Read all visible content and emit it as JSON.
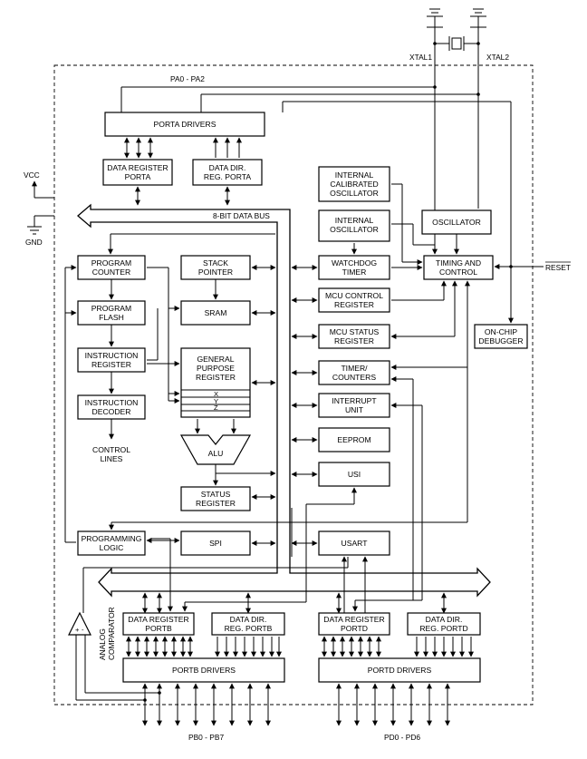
{
  "labels": {
    "xtal1": "XTAL1",
    "xtal2": "XTAL2",
    "pa": "PA0 - PA2",
    "vcc": "VCC",
    "gnd": "GND",
    "reset": "RESET",
    "bus": "8-BIT DATA BUS",
    "pb": "PB0 - PB7",
    "pd": "PD0 - PD6",
    "control_lines": [
      "CONTROL",
      "LINES"
    ],
    "analog_comparator": [
      "ANALOG",
      "COMPARATOR"
    ]
  },
  "blocks": {
    "porta_drivers": [
      "PORTA DRIVERS"
    ],
    "data_reg_porta": [
      "DATA REGISTER",
      "PORTA"
    ],
    "data_dir_porta": [
      "DATA DIR.",
      "REG. PORTA"
    ],
    "program_counter": [
      "PROGRAM",
      "COUNTER"
    ],
    "stack_pointer": [
      "STACK",
      "POINTER"
    ],
    "program_flash": [
      "PROGRAM",
      "FLASH"
    ],
    "sram": [
      "SRAM"
    ],
    "instruction_register": [
      "INSTRUCTION",
      "REGISTER"
    ],
    "gpr": [
      "GENERAL",
      "PURPOSE",
      "REGISTER"
    ],
    "instruction_decoder": [
      "INSTRUCTION",
      "DECODER"
    ],
    "alu": [
      "ALU"
    ],
    "status_register": [
      "STATUS",
      "REGISTER"
    ],
    "programming_logic": [
      "PROGRAMMING",
      "LOGIC"
    ],
    "spi": [
      "SPI"
    ],
    "internal_calibrated_osc": [
      "INTERNAL",
      "CALIBRATED",
      "OSCILLATOR"
    ],
    "internal_osc": [
      "INTERNAL",
      "OSCILLATOR"
    ],
    "oscillator": [
      "OSCILLATOR"
    ],
    "watchdog_timer": [
      "WATCHDOG",
      "TIMER"
    ],
    "timing_control": [
      "TIMING AND",
      "CONTROL"
    ],
    "mcu_control": [
      "MCU CONTROL",
      "REGISTER"
    ],
    "mcu_status": [
      "MCU STATUS",
      "REGISTER"
    ],
    "on_chip_debugger": [
      "ON-CHIP",
      "DEBUGGER"
    ],
    "timer_counters": [
      "TIMER/",
      "COUNTERS"
    ],
    "interrupt_unit": [
      "INTERRUPT",
      "UNIT"
    ],
    "eeprom": [
      "EEPROM"
    ],
    "usi": [
      "USI"
    ],
    "usart": [
      "USART"
    ],
    "data_reg_portb": [
      "DATA REGISTER",
      "PORTB"
    ],
    "data_dir_portb": [
      "DATA DIR.",
      "REG. PORTB"
    ],
    "data_reg_portd": [
      "DATA REGISTER",
      "PORTD"
    ],
    "data_dir_portd": [
      "DATA DIR.",
      "REG. PORTD"
    ],
    "portb_drivers": [
      "PORTB DRIVERS"
    ],
    "portd_drivers": [
      "PORTD DRIVERS"
    ]
  },
  "gpr_rows": [
    "X",
    "Y",
    "Z"
  ],
  "comparator_signs": [
    "+",
    "-"
  ]
}
